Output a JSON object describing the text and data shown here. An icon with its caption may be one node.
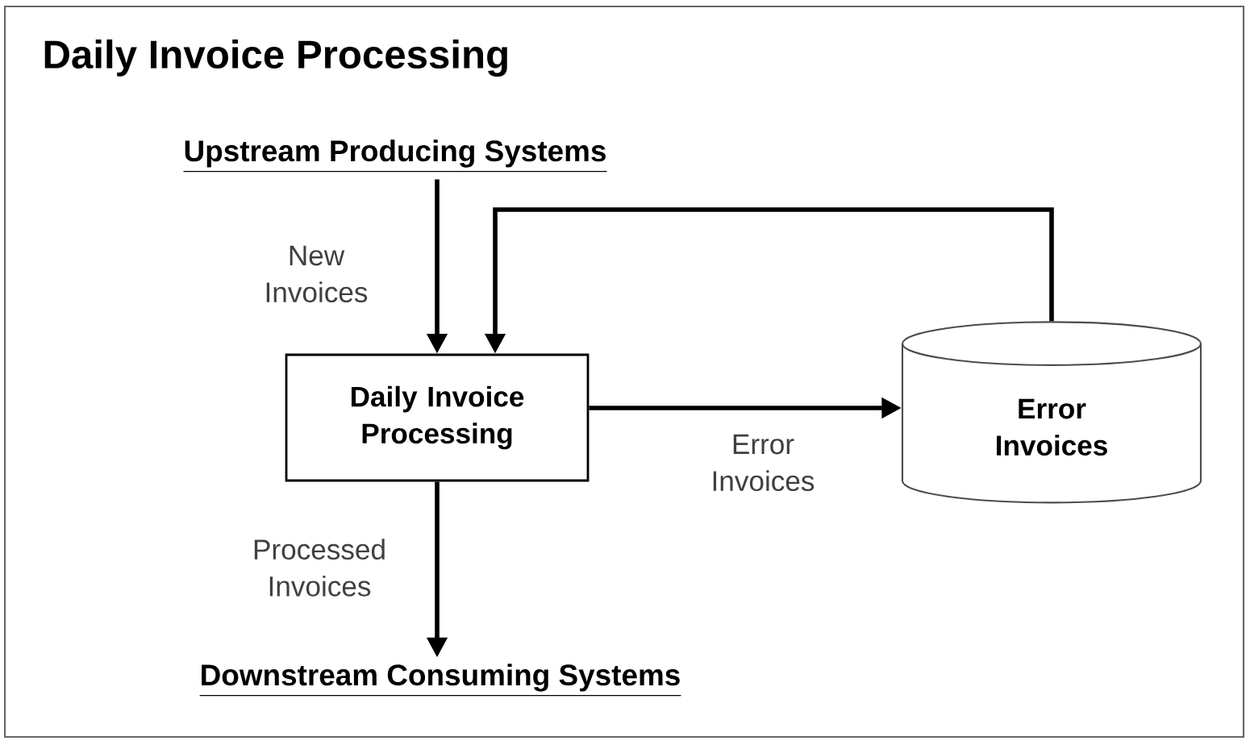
{
  "diagram": {
    "title": "Daily Invoice Processing",
    "nodes": [
      {
        "text": [
          "Upstream Producing Systems"
        ]
      },
      {
        "text": [
          "Daily Invoice Processing"
        ]
      },
      {
        "text": [
          "Error Invoices"
        ]
      },
      {
        "text": [
          "Downstream Consuming Systems"
        ]
      }
    ],
    "edges": [
      {
        "from": 0,
        "to": 1,
        "arrow": "to",
        "label": "New Invoices"
      },
      {
        "from": 1,
        "to": 2,
        "arrow": "to",
        "label": "Error Invoices"
      },
      {
        "from": 2,
        "to": 1,
        "arrow": "to"
      },
      {
        "from": 1,
        "to": 3,
        "arrow": "to",
        "label": "Processed Invoices"
      }
    ]
  }
}
